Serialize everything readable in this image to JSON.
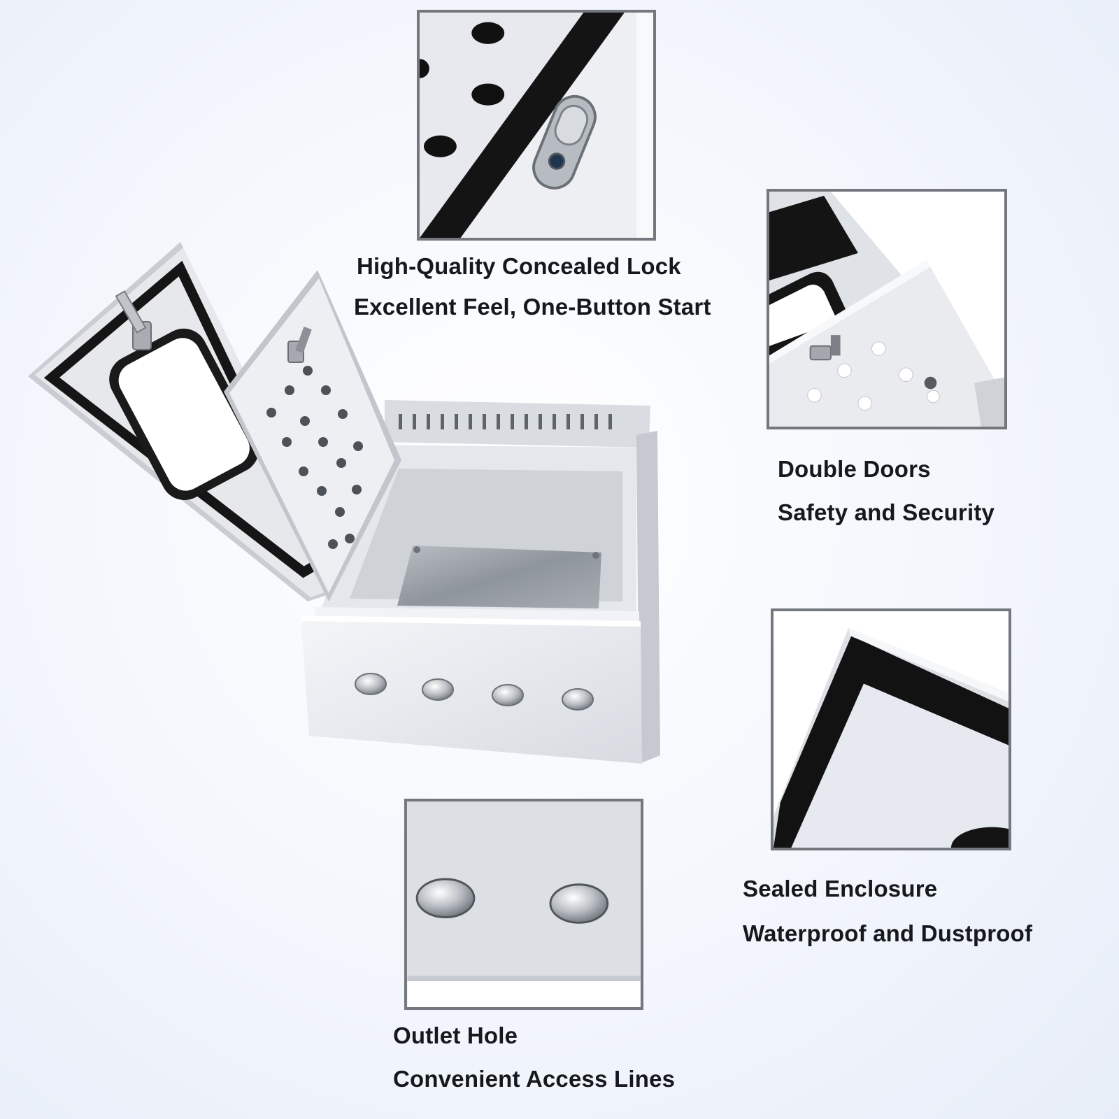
{
  "features": {
    "lock": {
      "line1": "High-Quality Concealed Lock",
      "line2": "Excellent Feel, One-Button Start"
    },
    "doors": {
      "line1": "Double Doors",
      "line2": "Safety and Security"
    },
    "sealed": {
      "line1": "Sealed Enclosure",
      "line2": "Waterproof and Dustproof"
    },
    "outlet": {
      "line1": "Outlet Hole",
      "line2": "Convenient Access Lines"
    }
  },
  "colors": {
    "background": "#f3f6fc",
    "panel_steel": "#e2e5ea",
    "gasket": "#141414",
    "frame_border": "#74777d",
    "caption_text": "#16181d"
  }
}
